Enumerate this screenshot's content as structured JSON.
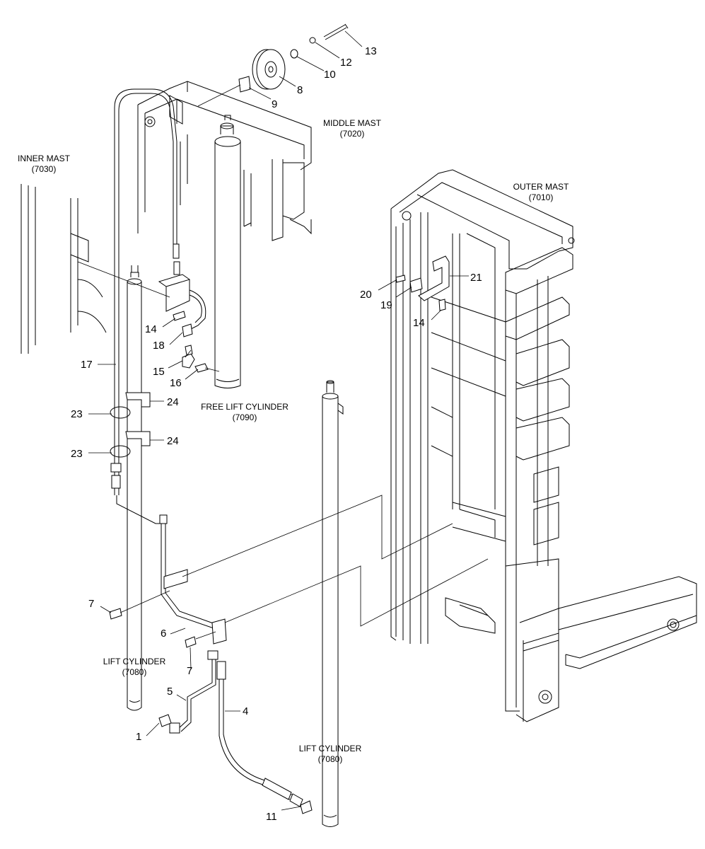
{
  "labels": {
    "inner_mast_name": "INNER MAST",
    "inner_mast_code": "(7030)",
    "middle_mast_name": "MIDDLE MAST",
    "middle_mast_code": "(7020)",
    "outer_mast_name": "OUTER MAST",
    "outer_mast_code": "(7010)",
    "free_lift_name": "FREE LIFT CYLINDER",
    "free_lift_code": "(7090)",
    "lift_left_name": "LIFT CYLINDER",
    "lift_left_code": "(7080)",
    "lift_right_name": "LIFT CYLINDER",
    "lift_right_code": "(7080)"
  },
  "callouts": {
    "c1": "1",
    "c4": "4",
    "c5": "5",
    "c6": "6",
    "c7a": "7",
    "c7b": "7",
    "c8": "8",
    "c9": "9",
    "c10": "10",
    "c11": "11",
    "c12": "12",
    "c13": "13",
    "c14a": "14",
    "c14b": "14",
    "c15": "15",
    "c16": "16",
    "c17": "17",
    "c18": "18",
    "c19": "19",
    "c20": "20",
    "c21": "21",
    "c23a": "23",
    "c23b": "23",
    "c24a": "24",
    "c24b": "24"
  }
}
